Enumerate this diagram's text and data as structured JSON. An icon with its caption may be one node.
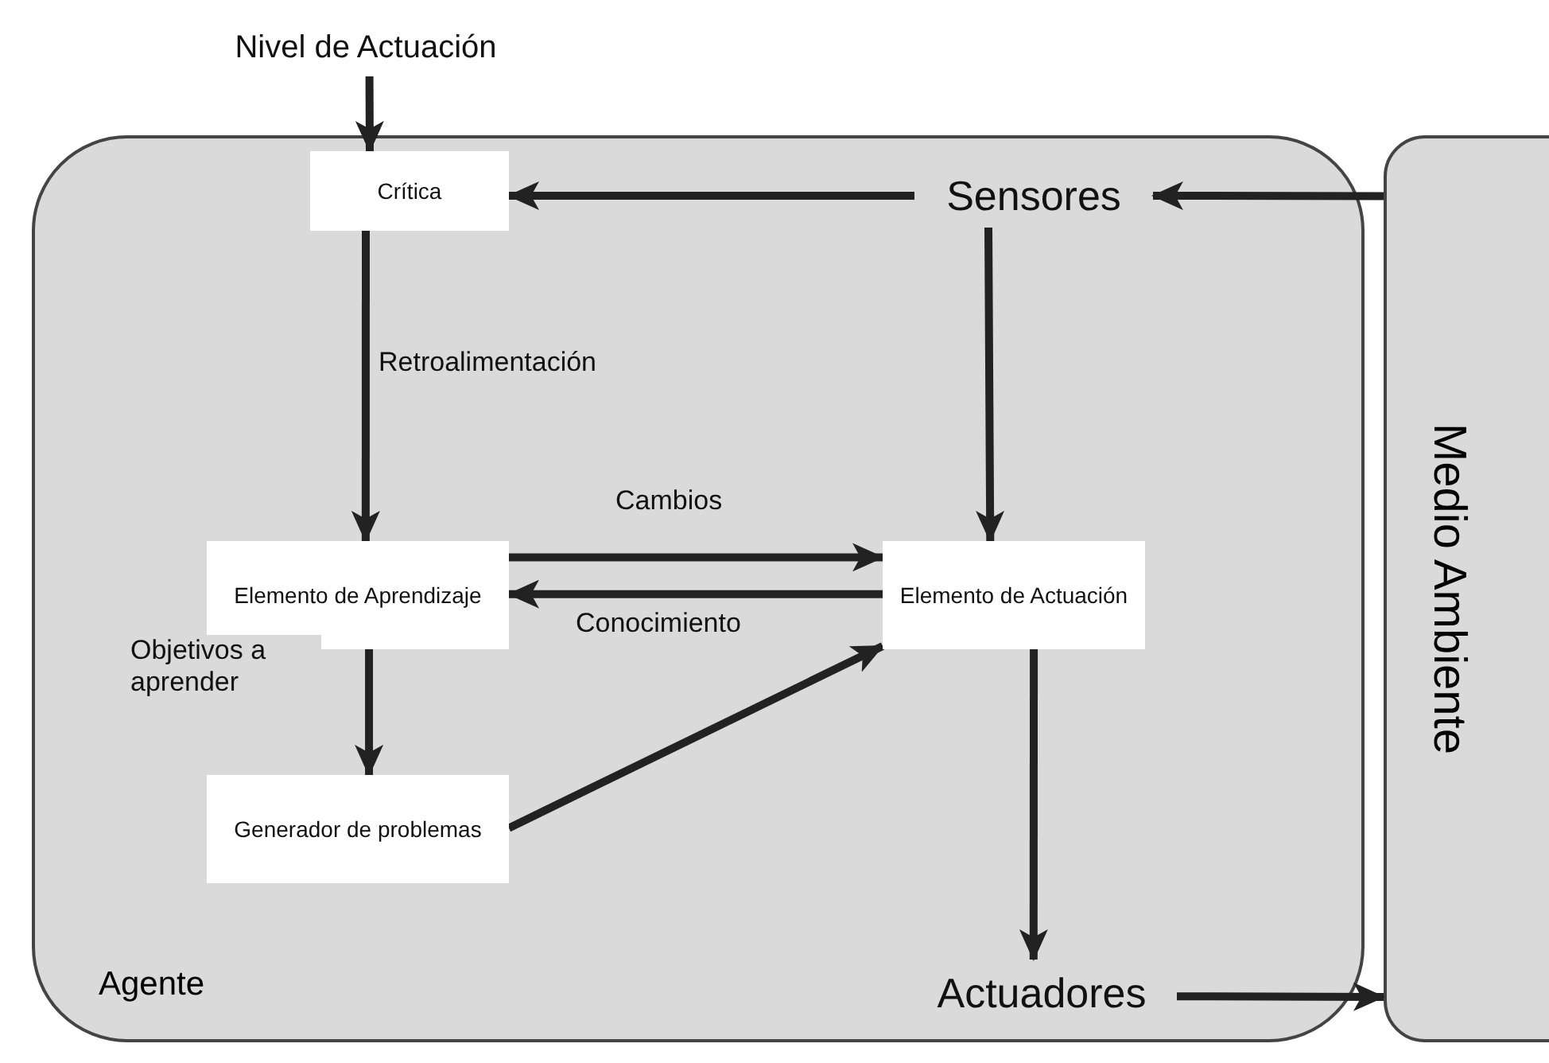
{
  "diagram": {
    "nodes": [
      {
        "text": [
          "Agente"
        ]
      },
      {
        "text": [
          "Medio Ambiente"
        ]
      },
      {
        "text": [
          "Crítica"
        ],
        "in": 0
      },
      {
        "text": [
          "Sensores"
        ],
        "in": 0
      },
      {
        "text": [
          "Elemento de Aprendizaje"
        ],
        "in": 0
      },
      {
        "text": [
          "Elemento de Actuación"
        ],
        "in": 0
      },
      {
        "text": [
          "Generador de problemas"
        ],
        "in": 0
      },
      {
        "text": [
          "Actuadores"
        ],
        "in": 0
      },
      {
        "text": [
          "Nivel de Actuación"
        ]
      }
    ],
    "edges": [
      {
        "from": 8,
        "to": 2,
        "arrow": "to"
      },
      {
        "from": 1,
        "to": 3,
        "arrow": "to"
      },
      {
        "from": 3,
        "to": 2,
        "arrow": "to"
      },
      {
        "from": 3,
        "to": 5,
        "arrow": "to"
      },
      {
        "from": 2,
        "to": 4,
        "arrow": "to",
        "label": "Retroalimentación"
      },
      {
        "from": 4,
        "to": 5,
        "arrow": "to",
        "label": "Cambios"
      },
      {
        "from": 5,
        "to": 4,
        "arrow": "to",
        "label": "Conocimiento"
      },
      {
        "from": 4,
        "to": 6,
        "arrow": "to",
        "label": "Objetivos a aprender"
      },
      {
        "from": 6,
        "to": 5,
        "arrow": "to"
      },
      {
        "from": 5,
        "to": 7,
        "arrow": "to"
      },
      {
        "from": 7,
        "to": 1,
        "arrow": "to"
      }
    ]
  }
}
